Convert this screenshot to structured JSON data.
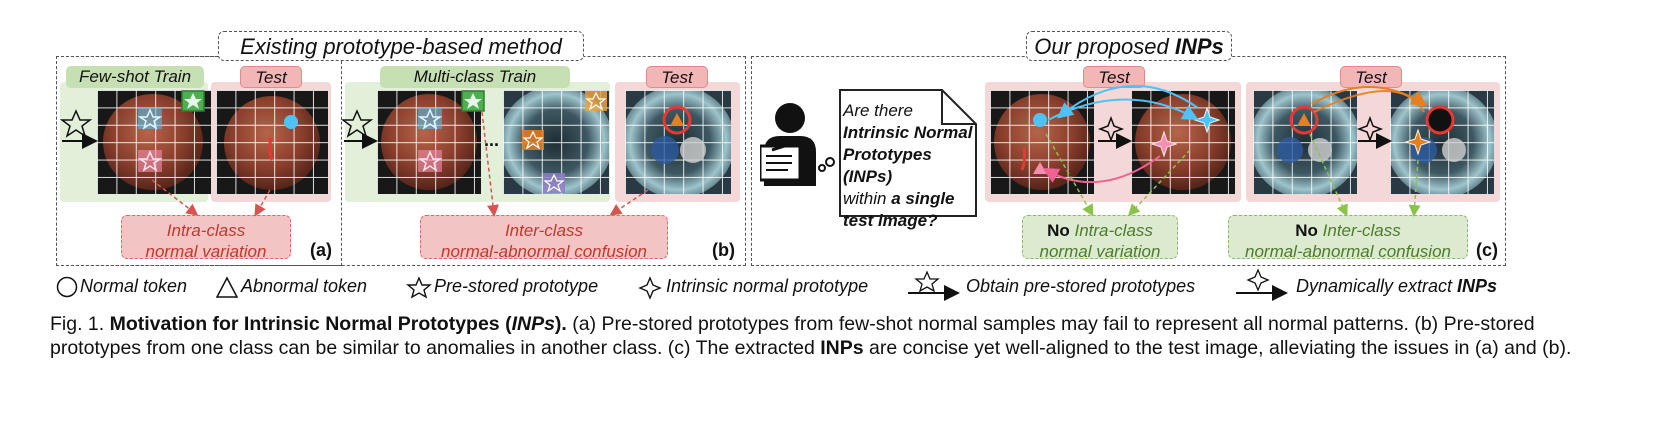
{
  "section_titles": {
    "existing": "Existing prototype-based method",
    "proposed_prefix": "Our proposed ",
    "proposed_bold": "INPs"
  },
  "panel_labels": {
    "few_shot_train": "Few-shot Train",
    "test_a": "Test",
    "multi_class_train": "Multi-class Train",
    "test_b": "Test",
    "test_c1": "Test",
    "test_c2": "Test"
  },
  "ellipsis": "...",
  "notes": {
    "a_line1": "Intra-class",
    "a_line2": "normal variation",
    "b_line1": "Inter-class",
    "b_line2": "normal-abnormal confusion",
    "c1_bold": "No",
    "c1_line1": " Intra-class",
    "c1_line2": "normal variation",
    "c2_bold": "No",
    "c2_line1": " Inter-class",
    "c2_line2": "normal-abnormal confusion"
  },
  "subfig_letters": {
    "a": "(a)",
    "b": "(b)",
    "c": "(c)"
  },
  "speech": {
    "l1": "Are there",
    "l2": "Intrinsic Normal",
    "l3": "Prototypes (INPs)",
    "l4": "within",
    "l4_bold": "a single",
    "l5": "test image?"
  },
  "legend": {
    "normal_token": "Normal token",
    "abnormal_token": "Abnormal token",
    "pre_stored": "Pre-stored prototype",
    "intrinsic": "Intrinsic normal prototype",
    "obtain": "Obtain pre-stored prototypes",
    "dynamic_prefix": "Dynamically extract ",
    "dynamic_bold": "INPs"
  },
  "caption": {
    "fig_label": "Fig. 1.",
    "title_bold": "Motivation for Intrinsic Normal Prototypes (",
    "title_bold_italic": "INPs",
    "title_bold_end": ").",
    "body1": " (a) Pre-stored prototypes from few-shot normal samples may fail to represent all normal patterns. (b) Pre-stored prototypes from one class can be similar to anomalies in another class. (c) The extracted ",
    "body_bold": "INPs",
    "body2": " are concise yet well-aligned to the test image, alleviating the issues in (a) and (b)."
  },
  "colors": {
    "green_label": "#c6e0b4",
    "red_label": "#f2b6b6",
    "prototype_pink": "#f48fb1",
    "prototype_blue": "#4fc3f7",
    "prototype_green": "#4caf50",
    "prototype_orange": "#e67e22",
    "arrow_red": "#d9534f",
    "arrow_green": "#8bc34a"
  },
  "icons": [
    "person-with-pointer-icon",
    "star-icon",
    "four-point-star-icon",
    "circle-icon",
    "triangle-icon",
    "arrow-icon"
  ]
}
